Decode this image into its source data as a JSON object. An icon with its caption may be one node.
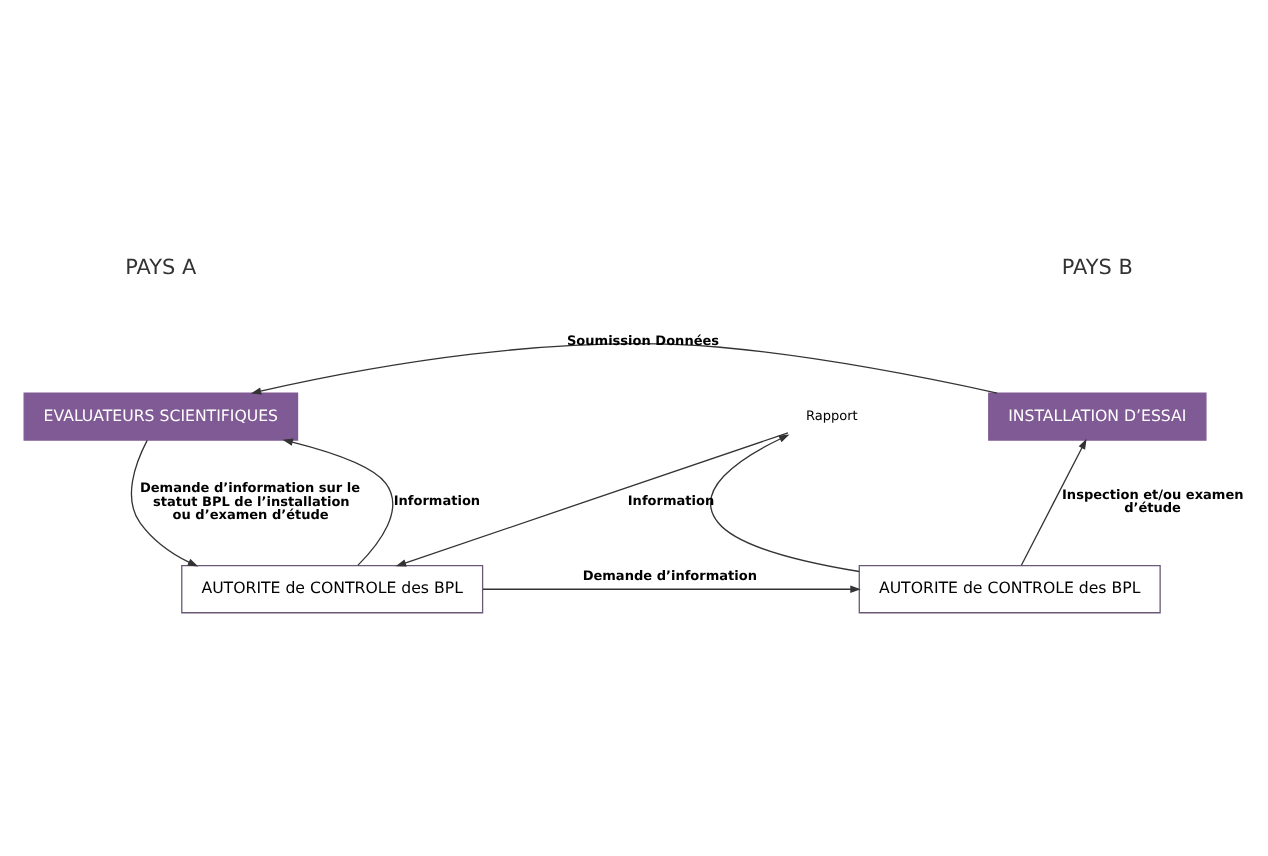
{
  "diagram": {
    "nodes": [
      {
        "text": [
          "EVALUATEURS SCIENTIFIQUES"
        ]
      },
      {
        "text": [
          "INSTALLATION D’ESSAI"
        ]
      },
      {
        "text": [
          "AUTORITE de CONTROLE des BPL"
        ]
      },
      {
        "text": [
          "AUTORITE de CONTROLE des BPL"
        ]
      },
      {
        "text": [
          "Rapport"
        ]
      }
    ],
    "edges": [
      {
        "from": 1,
        "to": 0,
        "arrow": "to",
        "label": "Soumission Données"
      },
      {
        "from": 0,
        "to": 2,
        "arrow": "to",
        "label": "Demande d’information sur le statut BPL de l’installation ou d’examen d’étude"
      },
      {
        "from": 2,
        "to": 0,
        "arrow": "to",
        "label": "Information"
      },
      {
        "from": 3,
        "to": 1,
        "arrow": "to",
        "label": "Inspection et/ou examen d’étude"
      },
      {
        "from": 3,
        "to": 4,
        "arrow": "to"
      },
      {
        "from": 4,
        "to": 2,
        "arrow": "to",
        "label": "Information"
      },
      {
        "from": 2,
        "to": 3,
        "arrow": "to",
        "label": "Demande d’information"
      }
    ],
    "labels": [
      "PAYS A",
      "PAYS B"
    ]
  }
}
